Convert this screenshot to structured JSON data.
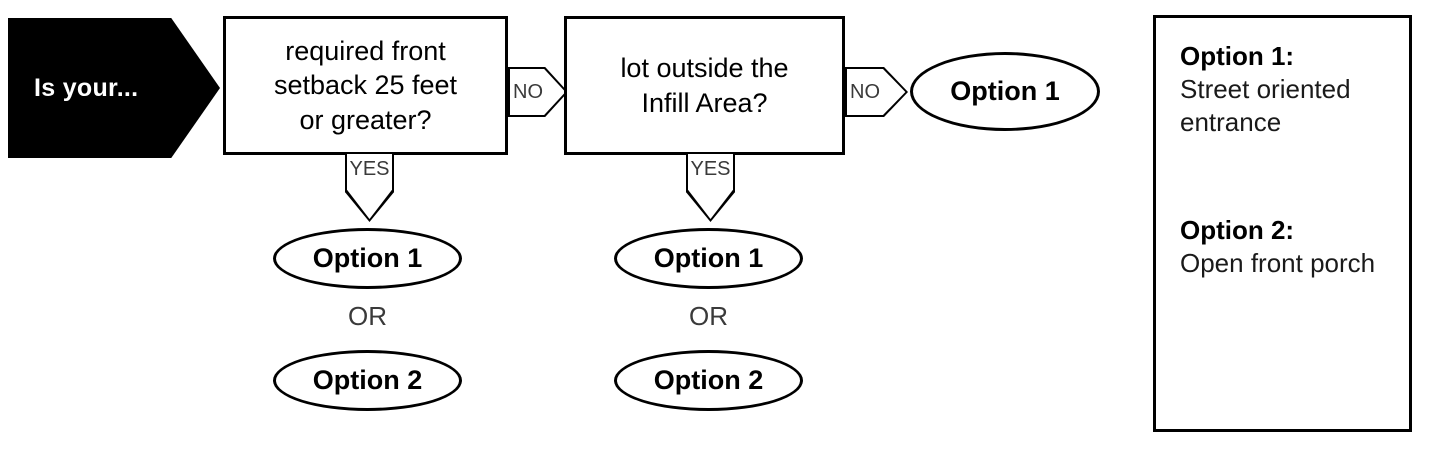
{
  "diagram": {
    "start": {
      "label": "Is your...",
      "shape": "pentagon-arrow",
      "fill": "#000000",
      "text_color": "#ffffff"
    },
    "decisions": [
      {
        "id": "setback",
        "text": "required front setback 25 feet or greater?",
        "line1": "required front",
        "line2": "setback 25 feet",
        "line3": "or greater?"
      },
      {
        "id": "infill",
        "text": "lot outside the Infill Area?",
        "line1": "lot outside the",
        "line2": "Infill Area?"
      }
    ],
    "connectors": {
      "no_1": "NO",
      "no_2": "NO",
      "yes_1": "YES",
      "yes_2": "YES"
    },
    "outcomes": {
      "top_right": "Option 1",
      "left_first": "Option 1",
      "left_or": "OR",
      "left_second": "Option 2",
      "right_first": "Option 1",
      "right_or": "OR",
      "right_second": "Option 2"
    }
  },
  "legend": {
    "items": [
      {
        "title": "Option 1:",
        "description": "Street oriented entrance"
      },
      {
        "title": "Option 2:",
        "description": "Open front porch"
      }
    ]
  },
  "colors": {
    "stroke": "#000000",
    "background": "#ffffff",
    "start_fill": "#000000",
    "label_gray": "#3a3a3a"
  }
}
